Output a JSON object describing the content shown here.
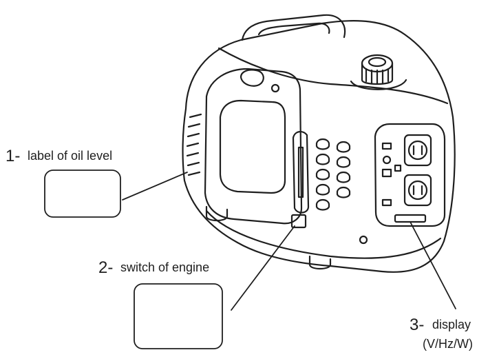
{
  "diagram": {
    "callouts": [
      {
        "number": "1-",
        "text": "label of oil level"
      },
      {
        "number": "2-",
        "text": "switch of engine"
      },
      {
        "number": "3-",
        "text": "display",
        "subtext": "(V/Hz/W)"
      }
    ],
    "colors": {
      "line": "#1e1e1e",
      "background": "#ffffff"
    }
  }
}
